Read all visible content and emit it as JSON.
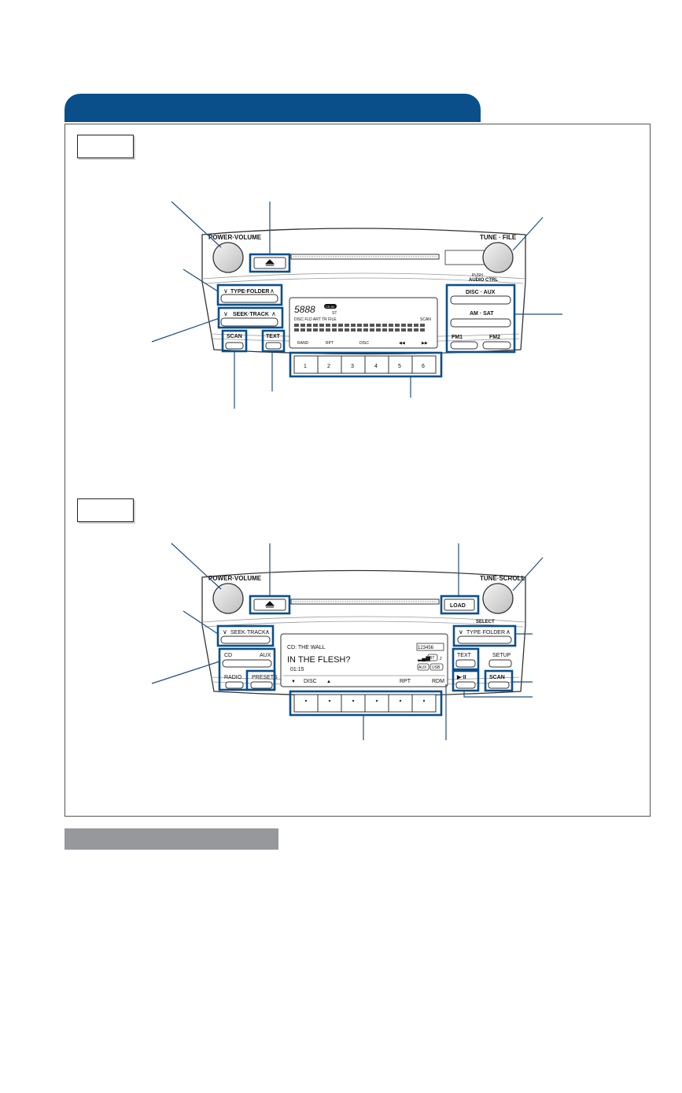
{
  "radio1": {
    "power_volume": "POWER·VOLUME",
    "tune_file": "TUNE · FILE",
    "push": "PUSH",
    "audio_ctrl": "AUDIO CTRL",
    "type_folder": "TYPE·FOLDER",
    "seek_track": "SEEK·TRACK",
    "scan": "SCAN",
    "text": "TEXT",
    "disc_aux": "DISC · AUX",
    "am_sat": "AM · SAT",
    "fm1": "FM1",
    "fm2": "FM2",
    "presets": [
      "1",
      "2",
      "3",
      "4",
      "5",
      "6"
    ],
    "display": {
      "digits": "5888",
      "badge": "CD IN",
      "st": "ST",
      "row_labels": "DISC    FLD ART  TR FILE",
      "scan_label": "SCAN",
      "rand": "RAND",
      "rpt": "RPT",
      "disc": "DISC"
    }
  },
  "radio2": {
    "power_volume": "POWER·VOLUME",
    "tune_scroll": "TUNE·SCROLL",
    "load": "LOAD",
    "select": "SELECT",
    "seek_track": "SEEK·TRACK",
    "type_folder": "TYPE·FOLDER",
    "cd": "CD",
    "aux": "AUX",
    "radio": "RADIO",
    "presets_label": "PRESETS",
    "text": "TEXT",
    "setup": "SETUP",
    "play_pause": "▶·II",
    "scan": "SCAN",
    "display": {
      "line1": "CD: THE WALL",
      "line2": "IN THE FLESH?",
      "line3": "01:15",
      "disc": "DISC",
      "rpt": "RPT",
      "rdm": "RDM",
      "aux_icon": "AUX",
      "usb_icon": "USB",
      "bt_icon": "BT",
      "disc_numbers": "123456"
    }
  },
  "colors": {
    "header": "#0b4f8a",
    "highlight": "#0b4f8a",
    "gray_bar": "#96989b"
  }
}
